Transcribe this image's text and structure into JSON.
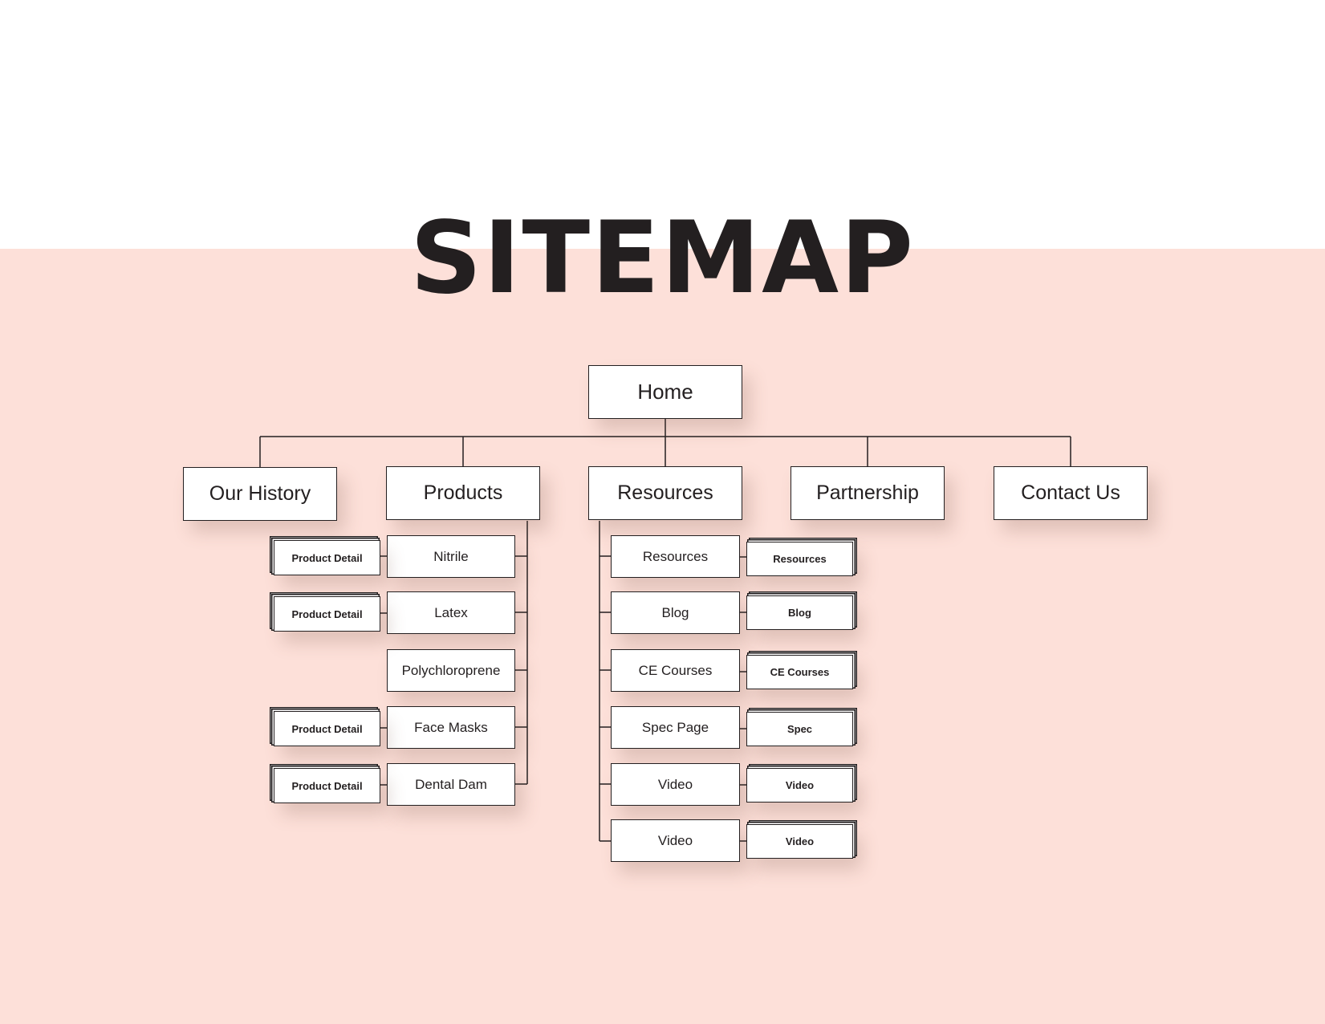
{
  "title": "SITEMAP",
  "colors": {
    "top_background": "#ffffff",
    "bottom_background": "#fde0d9",
    "title_text": "#231f20",
    "node_border": "#231f20",
    "connector": "#231f20"
  },
  "home": "Home",
  "sections": {
    "our_history": "Our History",
    "products": "Products",
    "resources": "Resources",
    "partnership": "Partnership",
    "contact_us": "Contact Us"
  },
  "products": {
    "nitrile": "Nitrile",
    "latex": "Latex",
    "polychloroprene": "Polychloroprene",
    "face_masks": "Face Masks",
    "dental_dam": "Dental Dam",
    "detail_nitrile": "Product Detail",
    "detail_latex": "Product Detail",
    "detail_face_masks": "Product Detail",
    "detail_dental_dam": "Product Detail"
  },
  "resources": {
    "resources": "Resources",
    "blog": "Blog",
    "ce_courses": "CE Courses",
    "spec_page": "Spec Page",
    "video_1": "Video",
    "video_2": "Video",
    "sub_resources": "Resources",
    "sub_blog": "Blog",
    "sub_ce_courses": "CE Courses",
    "sub_spec": "Spec",
    "sub_video_1": "Video",
    "sub_video_2": "Video"
  }
}
